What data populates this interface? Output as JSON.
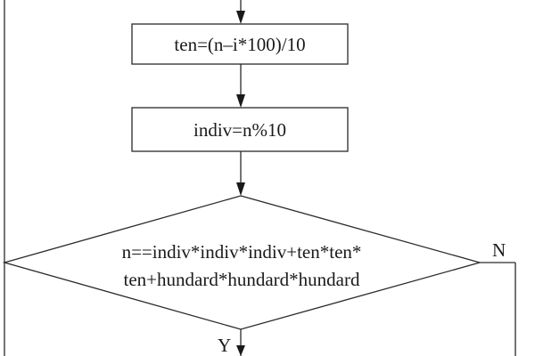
{
  "nodes": {
    "ten_step": {
      "label": "ten=(n–i*100)/10"
    },
    "indiv_step": {
      "label": "indiv=n%10"
    },
    "condition": {
      "line1": "n==indiv*indiv*indiv+ten*ten*",
      "line2": "ten+hundard*hundard*hundard"
    }
  },
  "branches": {
    "no_label": "N",
    "yes_label": "Y"
  }
}
